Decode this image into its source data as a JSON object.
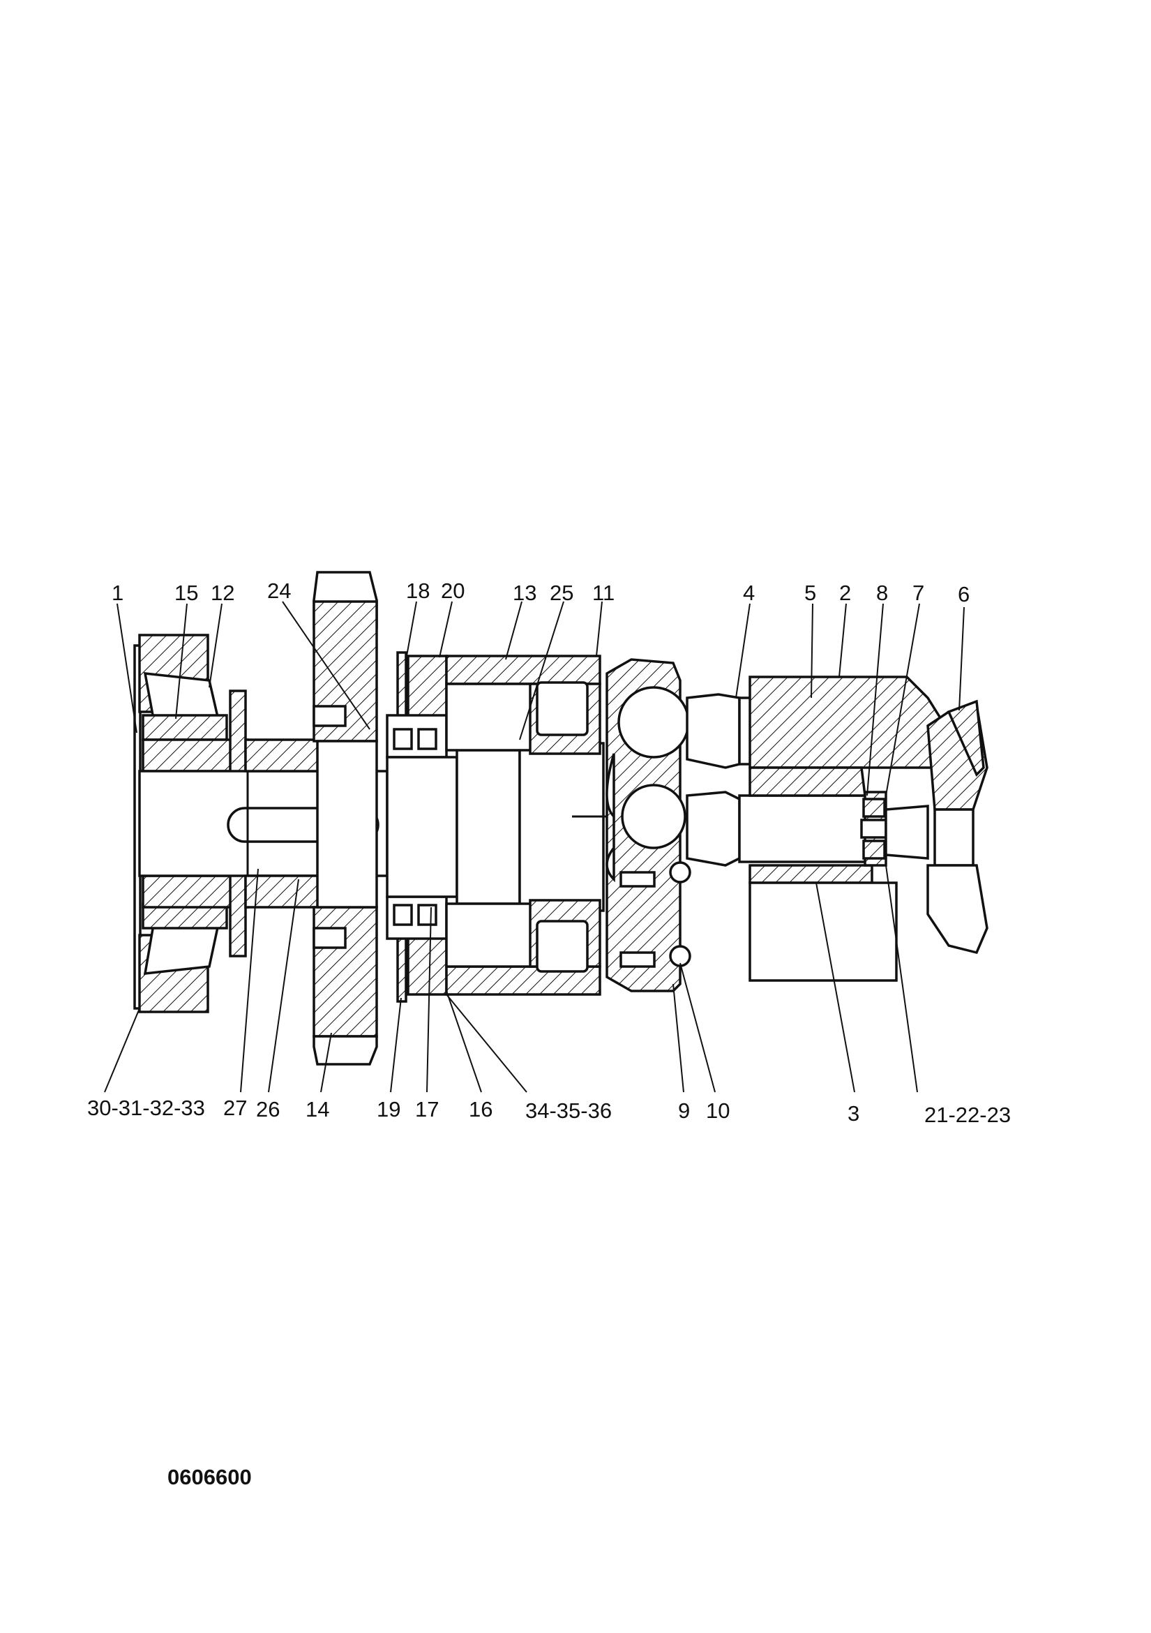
{
  "drawing": {
    "type": "sectional-assembly",
    "drawing_code": "0606600",
    "callouts": {
      "top": [
        "1",
        "15",
        "12",
        "24",
        "18",
        "20",
        "13",
        "25",
        "11",
        "4",
        "5",
        "2",
        "8",
        "7",
        "6"
      ],
      "bottom": [
        "30-31-32-33",
        "27",
        "26",
        "14",
        "19",
        "17",
        "16",
        "34-35-36",
        "9",
        "10",
        "3",
        "21-22-23"
      ]
    }
  }
}
